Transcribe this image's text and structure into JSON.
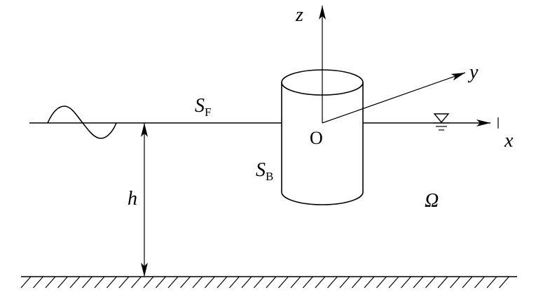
{
  "labels": {
    "free_surface": "S",
    "free_surface_sub": "F",
    "body_surface": "S",
    "body_surface_sub": "B",
    "origin": "O",
    "axis_x": "x",
    "axis_y": "y",
    "axis_z": "z",
    "depth": "h",
    "fluid_domain": "Ω"
  },
  "icons": [
    "wave-icon",
    "water-level-icon",
    "seabed-hatching-icon"
  ]
}
